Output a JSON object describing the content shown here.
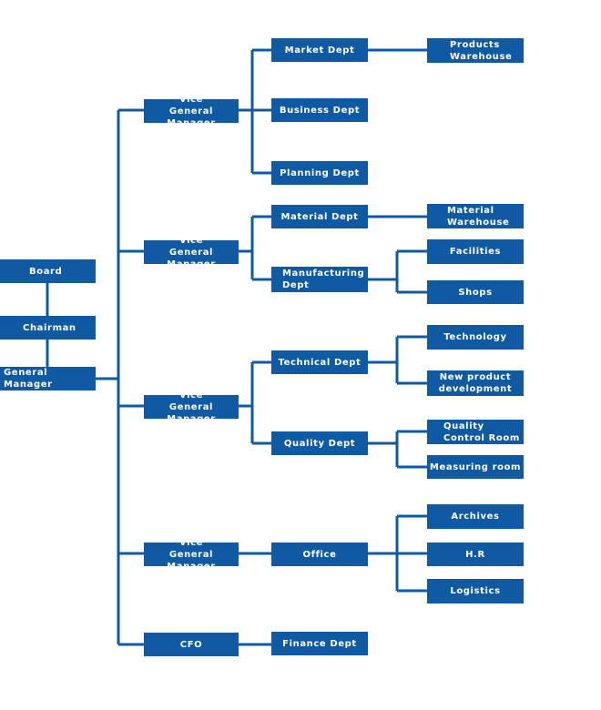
{
  "org_chart": {
    "board": "Board",
    "chairman": "Chairman",
    "general_manager": "General Manager",
    "vgm1": {
      "line1": "Vice",
      "line2": "General Manager",
      "market_dept": "Market Dept",
      "products_warehouse": {
        "line1": "Products",
        "line2": "Warehouse"
      },
      "business_dept": "Business Dept",
      "planning_dept": "Planning Dept"
    },
    "vgm2": {
      "line1": "Vice",
      "line2": "General Manager",
      "material_dept": "Material Dept",
      "material_warehouse": {
        "line1": "Material",
        "line2": "Warehouse"
      },
      "manufacturing_dept": {
        "line1": "Manufacturing",
        "line2": "Dept"
      },
      "facilities": "Facilities",
      "shops": "Shops"
    },
    "vgm3": {
      "line1": "Vice",
      "line2": "General Manager",
      "technical_dept": "Technical Dept",
      "technology": "Technology",
      "new_product_development": {
        "line1": "New product",
        "line2": "development"
      },
      "quality_dept": "Quality Dept",
      "quality_control_room": {
        "line1": "Quality",
        "line2": "Control Room"
      },
      "measuring_room": "Measuring room"
    },
    "vgm4": {
      "line1": "Vice",
      "line2": "General Manager",
      "office": "Office",
      "archives": "Archives",
      "hr": "H.R",
      "logistics": "Logistics"
    },
    "cfo": "CFO",
    "finance_dept": "Finance Dept"
  },
  "colors": {
    "box": "#0f5aa3",
    "line": "#0f5aa3",
    "text": "#ffffff"
  }
}
